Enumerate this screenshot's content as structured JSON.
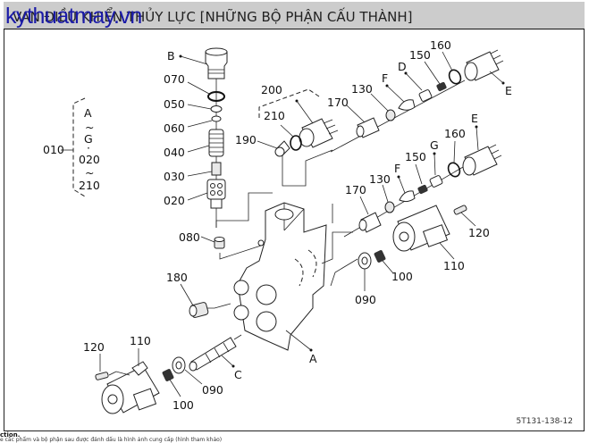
{
  "header": {
    "title_visible": "VAN ĐIỀU KHIỂN THỦY LỰC [NHỮNG BỘ PHẬN CẤU THÀNH]",
    "watermark": "kythuatmay.vn"
  },
  "diagram": {
    "document_id": "5T131-138-12",
    "group_label": "010",
    "group_range": [
      "A",
      "~",
      "G",
      "·",
      "020",
      "~",
      "210"
    ],
    "callouts": {
      "B": "B",
      "p070": "070",
      "p050": "050",
      "p060": "060",
      "p040": "040",
      "p030": "030",
      "p020": "020",
      "p080": "080",
      "p180": "180",
      "p200": "200",
      "p210": "210",
      "p190": "190",
      "p170_top": "170",
      "p130_top": "130",
      "F_top": "F",
      "D": "D",
      "p150_top": "150",
      "p160_top": "160",
      "E_top": "E",
      "E_mid": "E",
      "p160_mid": "160",
      "G": "G",
      "p150_mid": "150",
      "F_mid": "F",
      "p130_mid": "130",
      "p170_mid": "170",
      "p120_right": "120",
      "p110_right": "110",
      "p100_right": "100",
      "p090_right": "090",
      "A": "A",
      "C": "C",
      "p120_left": "120",
      "p110_left": "110",
      "p100_left": "100",
      "p090_left": "090"
    }
  },
  "footer": {
    "line1": "ction.",
    "line2": "e cấc phẩm và bộ phận sau được đánh dấu là hình ảnh cung cấp (hình tham khảo)"
  }
}
